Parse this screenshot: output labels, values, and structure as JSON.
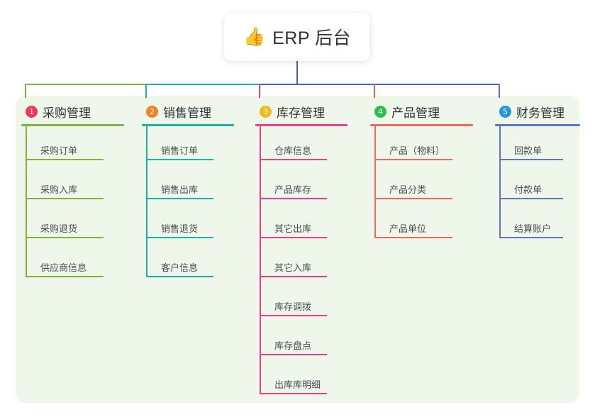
{
  "diagram": {
    "type": "mind-map",
    "root": {
      "icon": "thumbs-up-icon",
      "icon_glyph": "👍",
      "title": "ERP 后台"
    },
    "stem_color": "#4f5ec7",
    "panel_color": "#eef7e9",
    "branches": [
      {
        "number": "1",
        "title": "采购管理",
        "badge_color": "#f2385a",
        "line_color": "#7cb342",
        "items": [
          "采购订单",
          "采购入库",
          "采购退货",
          "供应商信息"
        ]
      },
      {
        "number": "2",
        "title": "销售管理",
        "badge_color": "#f58220",
        "line_color": "#19b5a6",
        "items": [
          "销售订单",
          "销售出库",
          "销售退货",
          "客户信息"
        ]
      },
      {
        "number": "3",
        "title": "库存管理",
        "badge_color": "#f5b919",
        "line_color": "#e83f8e",
        "items": [
          "仓库信息",
          "产品库存",
          "其它出库",
          "其它入库",
          "库存调拨",
          "库存盘点",
          "出库库明细"
        ]
      },
      {
        "number": "4",
        "title": "产品管理",
        "badge_color": "#27c24c",
        "line_color": "#f4665e",
        "items": [
          "产品（物料）",
          "产品分类",
          "产品单位"
        ]
      },
      {
        "number": "5",
        "title": "财务管理",
        "badge_color": "#2196e3",
        "line_color": "#5b73d1",
        "items": [
          "回款单",
          "付款单",
          "结算账户"
        ]
      }
    ]
  }
}
